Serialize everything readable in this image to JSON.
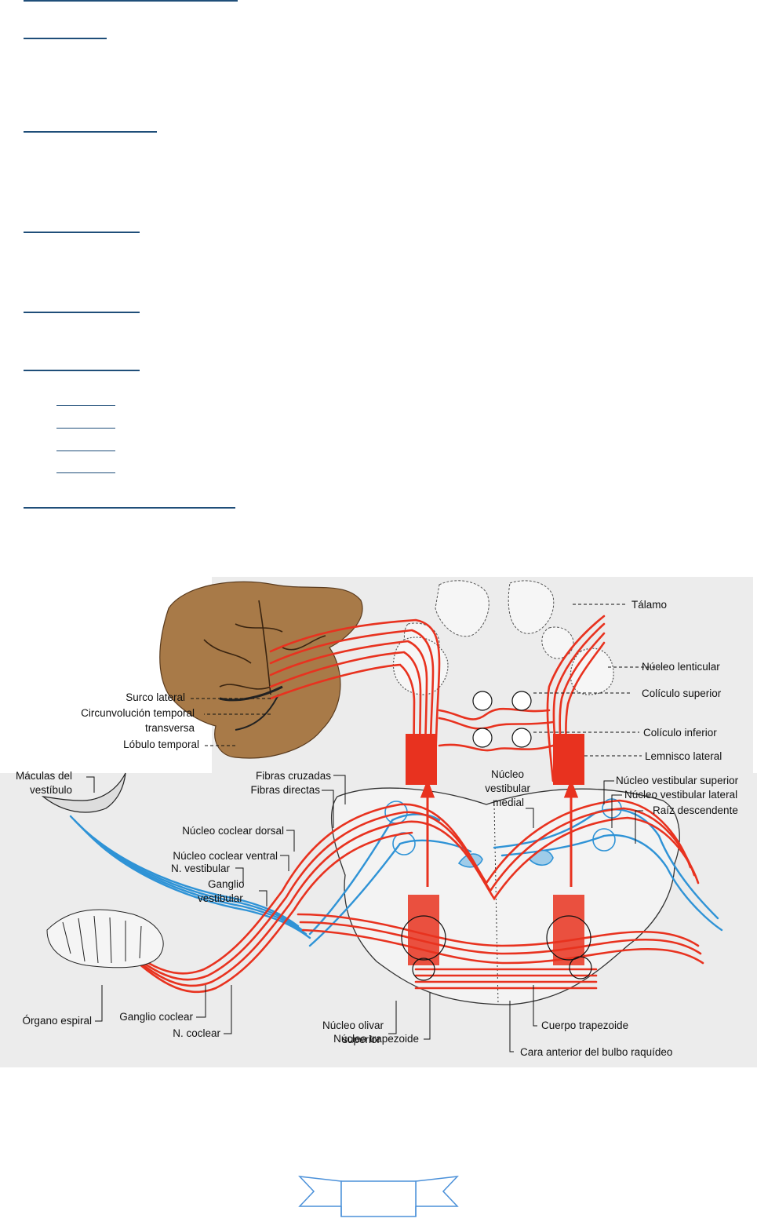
{
  "figure": {
    "labels": {
      "talamo": "Tálamo",
      "nucleo_lenticular": "Núcleo lenticular",
      "coliculo_superior": "Colículo superior",
      "coliculo_inferior": "Colículo inferior",
      "lemnisco_lateral": "Lemnisco lateral",
      "surco_lateral": "Surco lateral",
      "circunvolucion_temporal": "Circunvolución temporal",
      "transversa": "transversa",
      "lobulo_temporal": "Lóbulo temporal",
      "maculas_1": "Máculas del",
      "maculas_2": "vestíbulo",
      "fibras_cruzadas": "Fibras cruzadas",
      "fibras_directas": "Fibras directas",
      "nucleo_coclear_dorsal": "Núcleo coclear dorsal",
      "nucleo_coclear_ventral": "Núcleo coclear ventral",
      "n_vestibular": "N. vestibular",
      "ganglio_1": "Ganglio",
      "ganglio_2": "vestibular",
      "nucleo_vest_medial_1": "Núcleo",
      "nucleo_vest_medial_2": "vestibular",
      "nucleo_vest_medial_3": "medial",
      "nucleo_vestibular_superior": "Núcleo vestibular superior",
      "nucleo_vestibular_lateral": "Núcleo vestibular lateral",
      "raiz_descendente": "Raíz descendente",
      "organo_espiral": "Órgano espiral",
      "ganglio_coclear": "Ganglio coclear",
      "n_coclear": "N. coclear",
      "nucleo_olivar_1": "Núcleo olivar",
      "nucleo_olivar_2": "superior",
      "nucleo_trapezoide": "Núcleo trapezoide",
      "cuerpo_trapezoide": "Cuerpo trapezoide",
      "cara_anterior": "Cara anterior del bulbo raquídeo"
    }
  },
  "colors": {
    "heading_underline": "#1f4e79",
    "auditory_pathway": "#e8321f",
    "vestibular_pathway": "#2f93d6",
    "brain_tissue": "#a87a48",
    "background_panel": "#ececec"
  },
  "icons": {
    "footer": "ribbon-banner-icon"
  }
}
